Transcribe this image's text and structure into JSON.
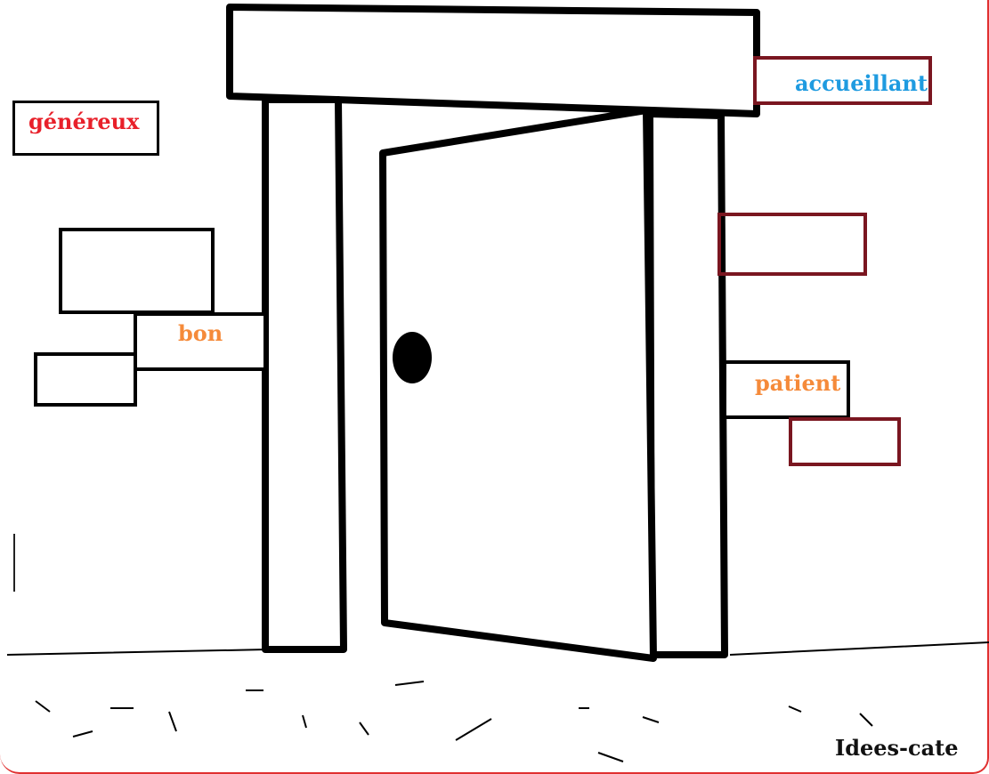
{
  "labels": {
    "genereux": "généreux",
    "accueillant": "accueillant",
    "bon": "bon",
    "patient": "patient"
  },
  "credit": "Idees-cate",
  "colors": {
    "red_text": "#e8202a",
    "blue_text": "#1f9be0",
    "orange_text": "#f58a3a",
    "box_dark_red": "#7a1620",
    "box_black": "#000000",
    "frame_red": "#e03030"
  }
}
